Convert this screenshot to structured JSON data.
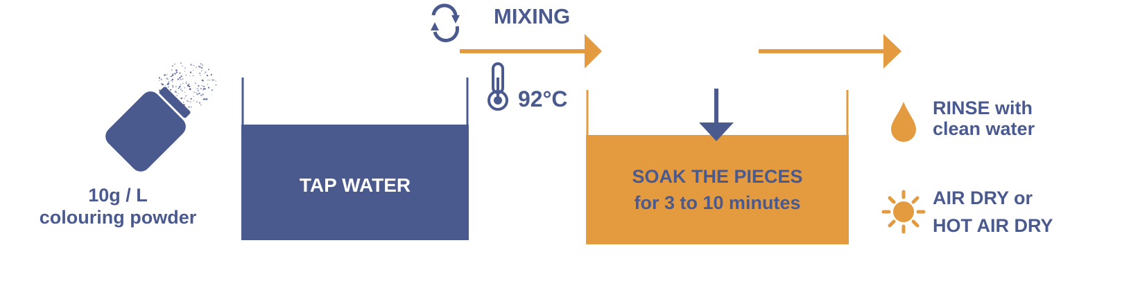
{
  "colors": {
    "navy": "#4A5A8F",
    "orange": "#E49A3F",
    "white": "#FFFFFF"
  },
  "powder": {
    "line1": "10g / L",
    "line2": "colouring powder",
    "icon": "powder-bottle-icon"
  },
  "tank1": {
    "label": "TAP WATER"
  },
  "mixing": {
    "label": "MIXING",
    "icon": "cycle-arrows-icon"
  },
  "temperature": {
    "value": "92°C",
    "icon": "thermometer-icon"
  },
  "tank2": {
    "line1": "SOAK THE PIECES",
    "line2": "for 3 to 10 minutes",
    "icon": "down-arrow-icon"
  },
  "rinse": {
    "line1": "RINSE with",
    "line2": "clean water",
    "icon": "water-drop-icon"
  },
  "dry": {
    "line1": "AIR DRY or",
    "line2": "HOT AIR DRY",
    "icon": "sun-icon"
  }
}
